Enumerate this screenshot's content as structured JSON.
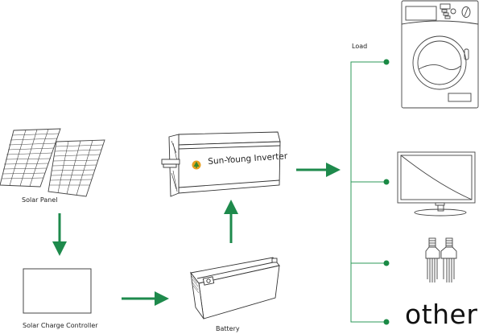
{
  "labels": {
    "solar_panel": "Solar Panel",
    "charge_controller": "Solar Charge Controller",
    "battery": "Battery",
    "inverter_brand": "Sun-Young Inverter",
    "load": "Load",
    "other": "other"
  },
  "colors": {
    "arrow": "#1e8a4c",
    "bus_line": "#2e9a5a",
    "node_dot": "#1a8a45",
    "outline": "#444444",
    "logo_fill": "#e8a020",
    "logo_tree": "#3a8a2a"
  },
  "flow": [
    {
      "from": "Solar Panel",
      "to": "Solar Charge Controller",
      "direction": "down"
    },
    {
      "from": "Solar Charge Controller",
      "to": "Battery",
      "direction": "right"
    },
    {
      "from": "Battery",
      "to": "Sun-Young Inverter",
      "direction": "up"
    },
    {
      "from": "Sun-Young Inverter",
      "to": "Load",
      "direction": "right"
    }
  ],
  "loads": [
    {
      "name": "washing-machine"
    },
    {
      "name": "television"
    },
    {
      "name": "cfl-bulbs"
    },
    {
      "name": "other"
    }
  ]
}
